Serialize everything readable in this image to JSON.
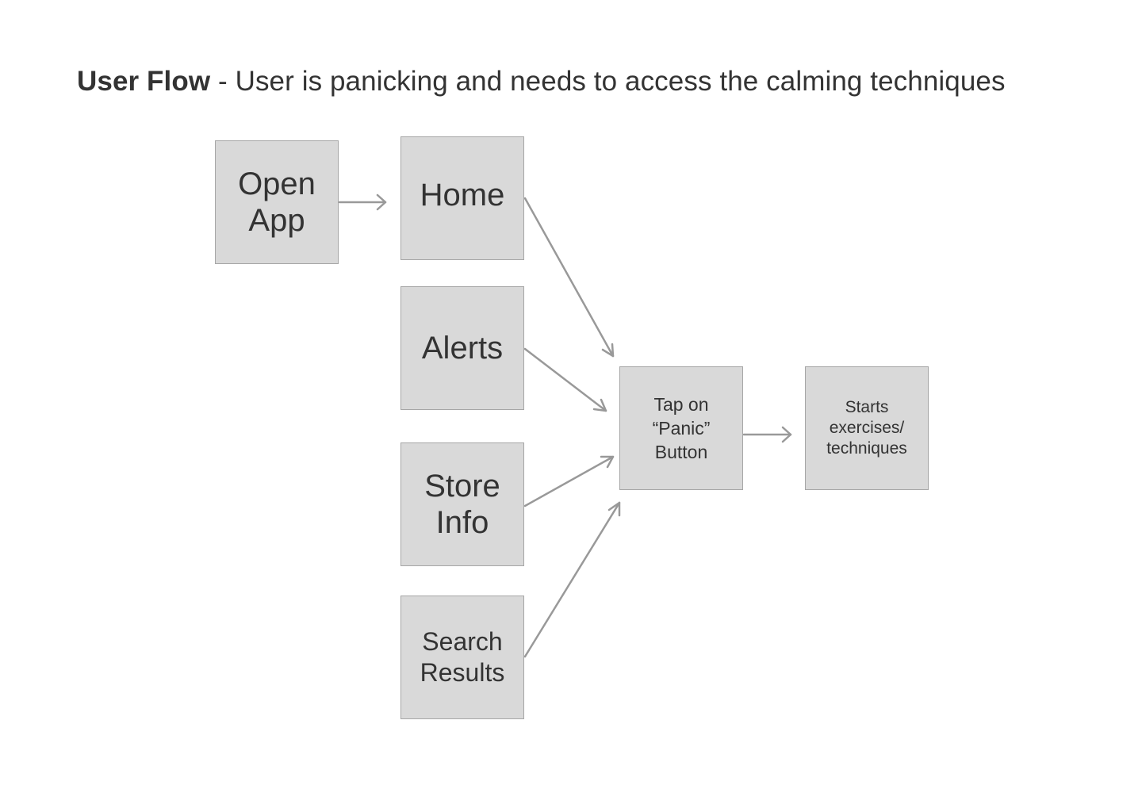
{
  "title": {
    "bold": "User Flow",
    "rest": " - User is panicking and needs to access the calming techniques"
  },
  "nodes": {
    "open_app": "Open\nApp",
    "home": "Home",
    "alerts": "Alerts",
    "store_info": "Store\nInfo",
    "search_results": "Search\nResults",
    "tap_panic": "Tap on\n“Panic”\nButton",
    "starts": "Starts\nexercises/\ntechniques"
  },
  "connections": [
    {
      "from": "open_app",
      "to": "home"
    },
    {
      "from": "home",
      "to": "tap_panic"
    },
    {
      "from": "alerts",
      "to": "tap_panic"
    },
    {
      "from": "store_info",
      "to": "tap_panic"
    },
    {
      "from": "search_results",
      "to": "tap_panic"
    },
    {
      "from": "tap_panic",
      "to": "starts"
    }
  ],
  "colors": {
    "node_fill": "#d9d9d9",
    "node_border": "#a6a6a6",
    "arrow": "#999999",
    "text": "#333333"
  }
}
